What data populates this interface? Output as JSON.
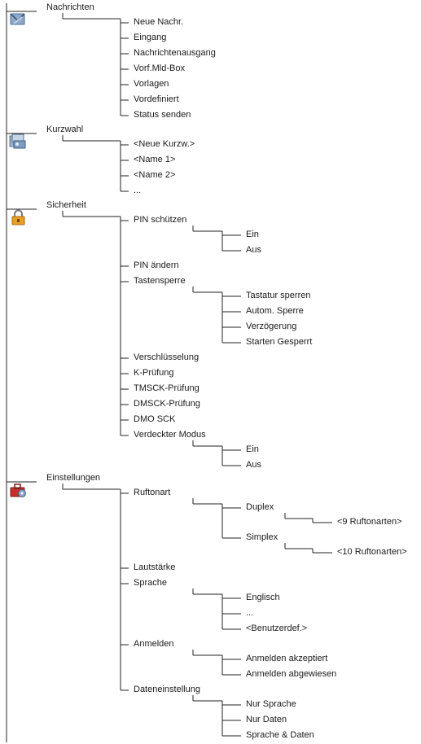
{
  "nodes": [
    {
      "text": "Nachrichten",
      "level": 0,
      "icon": "envelope-icon",
      "children": [
        {
          "text": "Neue Nachr."
        },
        {
          "text": "Eingang"
        },
        {
          "text": "Nachrichtenausgang"
        },
        {
          "text": "Vorf.Mld-Box"
        },
        {
          "text": "Vorlagen"
        },
        {
          "text": "Vordefiniert"
        },
        {
          "text": "Status senden"
        }
      ]
    },
    {
      "text": "Kurzwahl",
      "level": 0,
      "icon": "contacts-icon",
      "children": [
        {
          "text": "<Neue Kurzw.>"
        },
        {
          "text": "<Name 1>"
        },
        {
          "text": "<Name 2>"
        },
        {
          "text": "..."
        }
      ]
    },
    {
      "text": "Sicherheit",
      "level": 0,
      "icon": "padlock-icon",
      "children": [
        {
          "text": "PIN schützen",
          "children": [
            {
              "text": "Ein"
            },
            {
              "text": "Aus"
            }
          ]
        },
        {
          "text": "PIN ändern"
        },
        {
          "text": "Tastensperre",
          "children": [
            {
              "text": "Tastatur sperren"
            },
            {
              "text": "Autom. Sperre"
            },
            {
              "text": "Verzögerung"
            },
            {
              "text": "Starten Gesperrt"
            }
          ]
        },
        {
          "text": "Verschlüsselung"
        },
        {
          "text": "K-Prüfung"
        },
        {
          "text": "TMSCK-Prüfung"
        },
        {
          "text": "DMSCK-Prüfung"
        },
        {
          "text": "DMO SCK"
        },
        {
          "text": "Verdeckter Modus",
          "children": [
            {
              "text": "Ein"
            },
            {
              "text": "Aus"
            }
          ]
        }
      ]
    },
    {
      "text": "Einstellungen",
      "level": 0,
      "icon": "settings-toolbox-icon",
      "children": [
        {
          "text": "Ruftonart",
          "children": [
            {
              "text": "Duplex",
              "children": [
                {
                  "text": "<9 Ruftonarten>"
                }
              ]
            },
            {
              "text": "Simplex",
              "children": [
                {
                  "text": "<10 Ruftonarten>"
                }
              ]
            }
          ]
        },
        {
          "text": "Lautstärke"
        },
        {
          "text": "Sprache",
          "children": [
            {
              "text": "Englisch"
            },
            {
              "text": "..."
            },
            {
              "text": "<Benutzerdef.>"
            }
          ]
        },
        {
          "text": "Anmelden",
          "children": [
            {
              "text": "Anmelden akzeptiert"
            },
            {
              "text": "Anmelden abgewiesen"
            }
          ]
        },
        {
          "text": "Dateneinstellung",
          "children": [
            {
              "text": "Nur Sprache"
            },
            {
              "text": "Nur Daten"
            },
            {
              "text": "Sprache & Daten"
            }
          ]
        }
      ]
    }
  ]
}
